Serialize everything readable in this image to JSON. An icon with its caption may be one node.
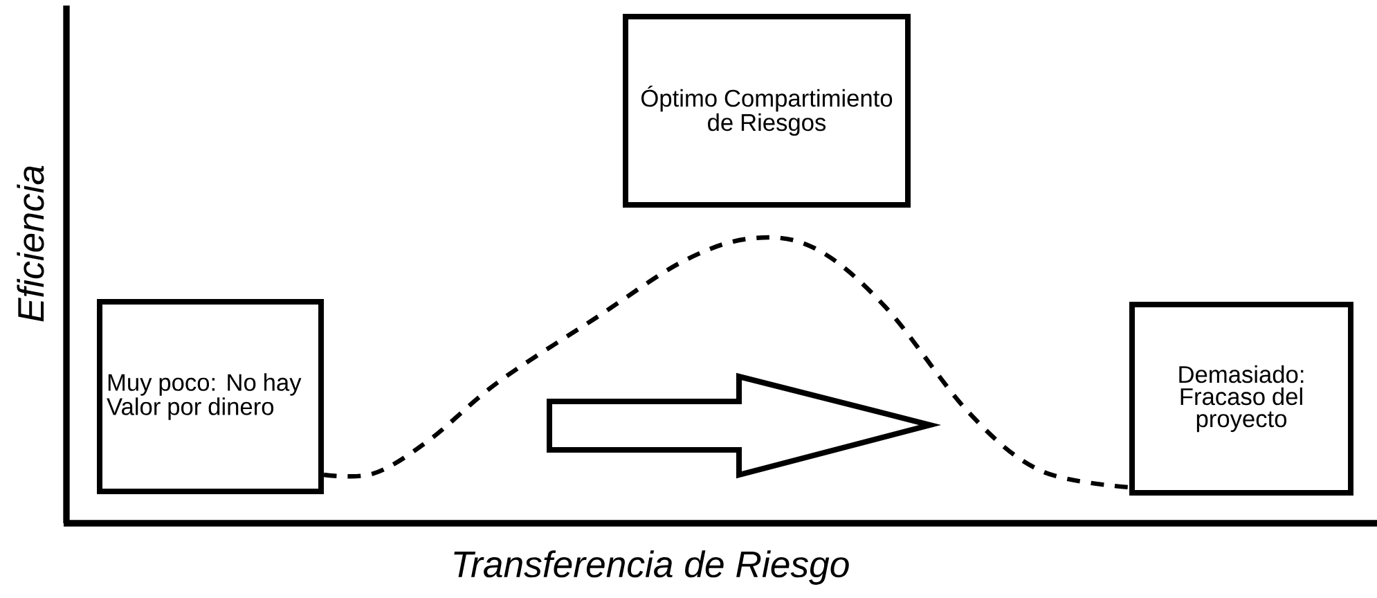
{
  "diagram": {
    "nodes": [
      {
        "text": [
          "Muy poco: No hay Valor por dinero"
        ]
      },
      {
        "text": [
          "Óptimo Compartimiento de Riesgos"
        ]
      },
      {
        "text": [
          "Demasiado: Fracaso del proyecto"
        ]
      }
    ],
    "edges": [
      {
        "from": 0,
        "to": 2,
        "arrow": "none",
        "style": "dashed"
      }
    ],
    "labels": [
      "Eficiencia",
      "Transferencia de Riesgo"
    ]
  }
}
